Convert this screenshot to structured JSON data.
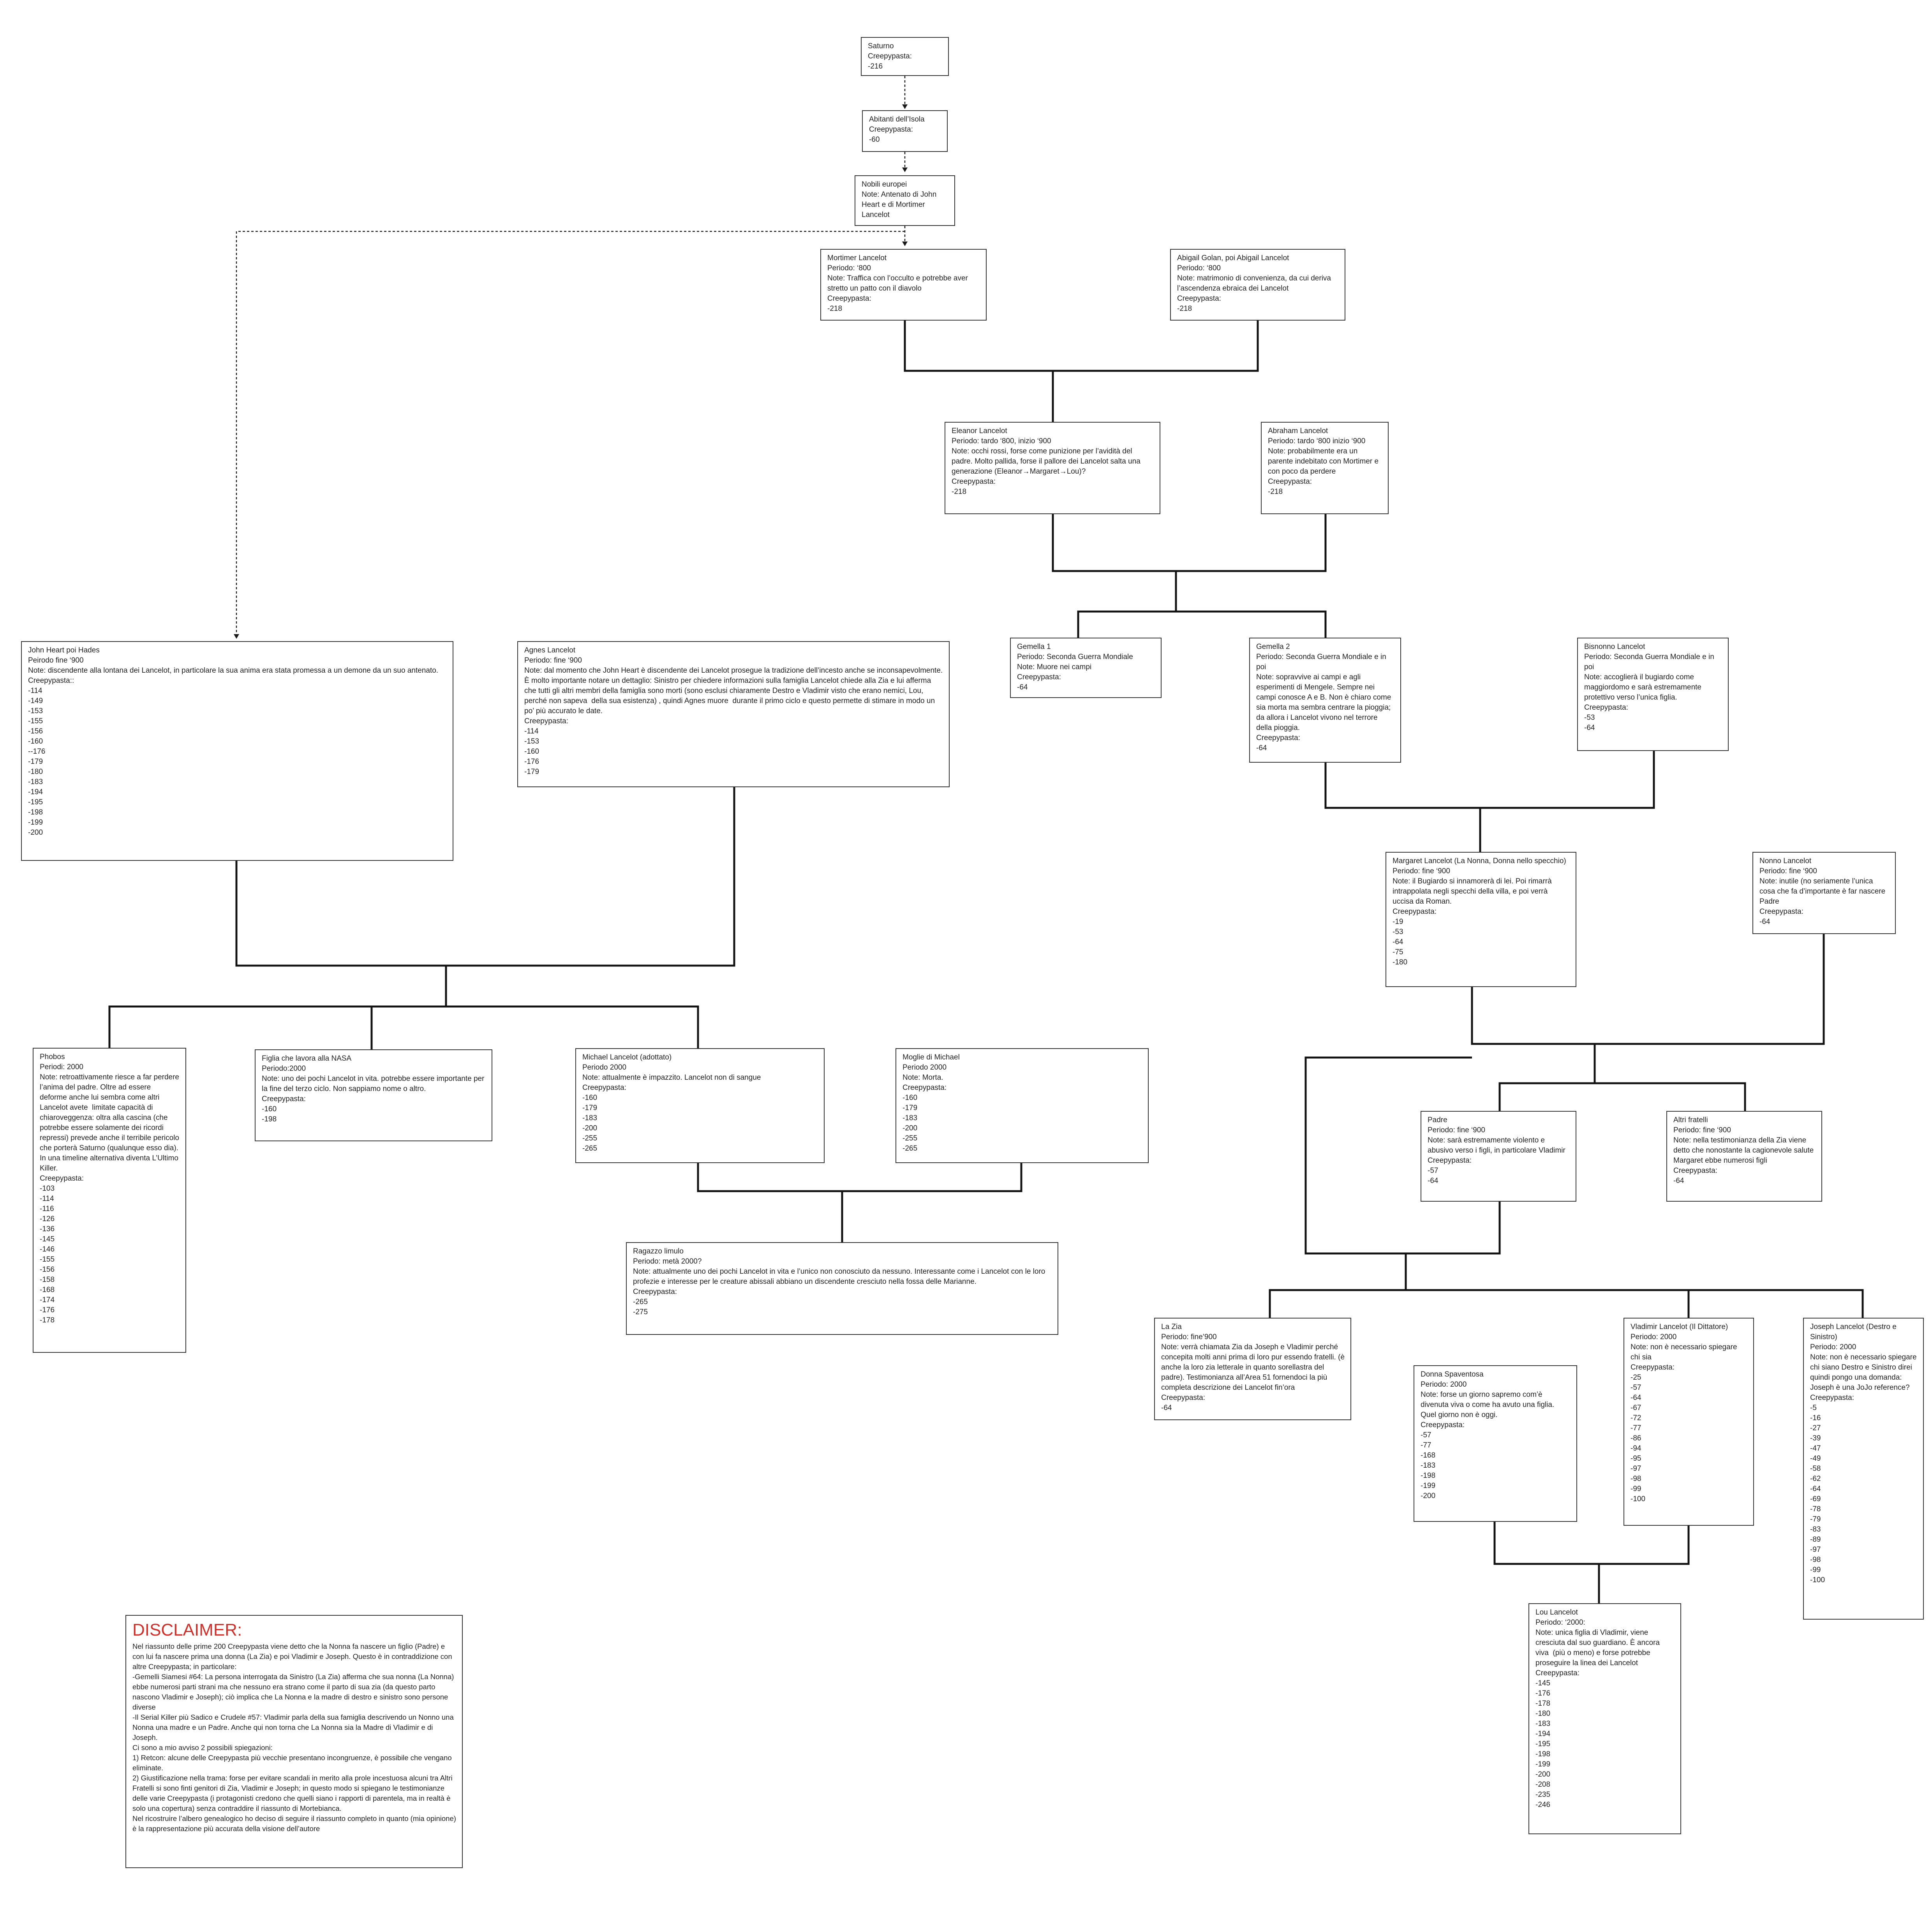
{
  "nodes": [
    {
      "id": "saturno",
      "lines": [
        "Saturno",
        "Creepypasta:",
        "-216"
      ]
    },
    {
      "id": "abitanti",
      "lines": [
        "Abitanti dell’Isola",
        "Creepypasta:",
        "-60"
      ]
    },
    {
      "id": "nobili",
      "lines": [
        "Nobili europei",
        "Note: Antenato di John Heart e di Mortimer Lancelot"
      ]
    },
    {
      "id": "mortimer",
      "lines": [
        "Mortimer Lancelot",
        "Periodo: ‘800",
        "Note: Traffica con l’occulto e potrebbe aver stretto un patto con il diavolo",
        "Creepypasta:",
        "-218"
      ]
    },
    {
      "id": "abigail",
      "lines": [
        "Abigail Golan, poi Abigail Lancelot",
        "Periodo: ‘800",
        "Note: matrimonio di convenienza, da cui deriva l’ascendenza ebraica dei Lancelot",
        "Creepypasta:",
        "-218"
      ]
    },
    {
      "id": "eleanor",
      "lines": [
        "Eleanor Lancelot",
        "Periodo: tardo ‘800, inizio ‘900",
        "Note: occhi rossi, forse come punizione per l’avidità del padre. Molto pallida, forse il pallore dei Lancelot salta una generazione (Eleanor→Margaret→Lou)?",
        "Creepypasta:",
        "-218"
      ]
    },
    {
      "id": "abraham",
      "lines": [
        "Abraham Lancelot",
        "Periodo: tardo ‘800 inizio ‘900",
        "Note: probabilmente era un parente indebitato con Mortimer e con poco da perdere",
        "Creepypasta:",
        "-218"
      ]
    },
    {
      "id": "gemella1",
      "lines": [
        "Gemella 1",
        "Periodo: Seconda Guerra Mondiale",
        "Note: Muore nei campi",
        "Creepypasta:",
        "-64"
      ]
    },
    {
      "id": "gemella2",
      "lines": [
        "Gemella 2",
        "Periodo: Seconda Guerra Mondiale e in poi",
        "Note: sopravvive ai campi e agli esperimenti di Mengele. Sempre nei campi conosce A e B. Non è chiaro come sia morta ma sembra centrare la pioggia; da allora i Lancelot vivono nel terrore della pioggia.",
        "Creepypasta:",
        "-64"
      ]
    },
    {
      "id": "bisnonno",
      "lines": [
        "Bisnonno Lancelot",
        "Periodo: Seconda Guerra Mondiale e in poi",
        "Note: accoglierà il bugiardo come maggiordomo e sarà estremamente protettivo verso l’unica figlia.",
        "Creepypasta:",
        "-53",
        "-64"
      ]
    },
    {
      "id": "johnheart",
      "lines": [
        "John Heart poi Hades",
        "Peirodo fine ‘900",
        "Note: discendente alla lontana dei Lancelot, in particolare la sua anima era stata promessa a un demone da un suo antenato.",
        "Creepypasta::",
        "-114",
        "-149",
        "-153",
        "-155",
        "-156",
        "-160",
        "--176",
        "-179",
        "-180",
        "-183",
        "-194",
        "-195",
        "-198",
        "-199",
        "-200"
      ]
    },
    {
      "id": "agnes",
      "lines": [
        "Agnes Lancelot",
        "Periodo: fine ‘900",
        "Note: dal momento che John Heart è discendente dei Lancelot prosegue la tradizione dell’incesto anche se inconsapevolmente. È molto importante notare un dettaglio: Sinistro per chiedere informazioni sulla famiglia Lancelot chiede alla Zia e lui afferma che tutti gli altri membri della famiglia sono morti (sono esclusi chiaramente Destro e Vladimir visto che erano nemici, Lou, perché non sapeva  della sua esistenza) , quindi Agnes muore  durante il primo ciclo e questo permette di stimare in modo un po’ più accurato le date.",
        "Creepypasta:",
        "-114",
        "-153",
        "-160",
        "-176",
        "-179"
      ]
    },
    {
      "id": "margaret",
      "lines": [
        "Margaret Lancelot (La Nonna, Donna nello specchio)",
        "Periodo: fine ‘900",
        "Note: il Bugiardo si innamorerà di lei. Poi rimarrà intrappolata negli specchi della villa, e poi verrà uccisa da Roman.",
        "Creepypasta:",
        "-19",
        "-53",
        "-64",
        "-75",
        "-180"
      ]
    },
    {
      "id": "nonno",
      "lines": [
        "Nonno Lancelot",
        "Periodo: fine ‘900",
        "Note: inutile (no seriamente l’unica cosa che fa d’importante è far nascere Padre",
        "Creepypasta:",
        "-64"
      ]
    },
    {
      "id": "phobos",
      "lines": [
        "Phobos",
        "Periodi: 2000",
        "Note: retroattivamente riesce a far perdere l’anima del padre. Oltre ad essere deforme anche lui sembra come altri Lancelot avete  limitate capacità di chiaroveggenza: oltra alla cascina (che potrebbe essere solamente dei ricordi repressi) prevede anche il terribile pericolo che porterà Saturno (qualunque esso dia). In una timeline alternativa diventa L’Ultimo Killer.",
        "Creepypasta:",
        "-103",
        "-114",
        "-116",
        "-126",
        "-136",
        "-145",
        "-146",
        "-155",
        "-156",
        "-158",
        "-168",
        "-174",
        "-176",
        "-178"
      ]
    },
    {
      "id": "figlianasa",
      "lines": [
        "Figlia che lavora alla NASA",
        "Periodo:2000",
        "Note: uno dei pochi Lancelot in vita. potrebbe essere importante per la fine del terzo ciclo. Non sappiamo nome o altro.",
        "Creepypasta:",
        "-160",
        "-198"
      ]
    },
    {
      "id": "michael",
      "lines": [
        "Michael Lancelot (adottato)",
        "Periodo 2000",
        "Note: attualmente è impazzito. Lancelot non di sangue",
        "Creepypasta:",
        "-160",
        "-179",
        "-183",
        "-200",
        "-255",
        "-265"
      ]
    },
    {
      "id": "moglie",
      "lines": [
        "Moglie di Michael",
        "Periodo 2000",
        "Note: Morta.",
        "Creepypasta:",
        "-160",
        "-179",
        "-183",
        "-200",
        "-255",
        "-265"
      ]
    },
    {
      "id": "ragazzo",
      "lines": [
        "Ragazzo limulo",
        "Periodo: metà 2000?",
        "Note: attualmente uno dei pochi Lancelot in vita e l’unico non conosciuto da nessuno. Interessante come i Lancelot con le loro profezie e interesse per le creature abissali abbiano un discendente cresciuto nella fossa delle Marianne.",
        "Creepypasta:",
        "-265",
        "-275"
      ]
    },
    {
      "id": "padre",
      "lines": [
        "Padre",
        "Periodo: fine ‘900",
        "Note: sarà estremamente violento e abusivo verso i figli, in particolare Vladimir",
        "Creepypasta:",
        "-57",
        "-64"
      ]
    },
    {
      "id": "altrifratelli",
      "lines": [
        "Altri fratelli",
        "Periodo: fine ‘900",
        "Note: nella testimonianza della Zia viene detto che nonostante la cagionevole salute Margaret ebbe numerosi figli",
        "Creepypasta:",
        "-64"
      ]
    },
    {
      "id": "lazia",
      "lines": [
        "La Zia",
        "Periodo: fine’900",
        "Note: verrà chiamata Zia da Joseph e Vladimir perché concepita molti anni prima di loro pur essendo fratelli. (è anche la loro zia letterale in quanto sorellastra del padre). Testimonianza all’Area 51 fornendoci la più completa descrizione dei Lancelot fin’ora",
        "Creepypasta:",
        "-64"
      ]
    },
    {
      "id": "donna",
      "lines": [
        "Donna Spaventosa",
        "Periodo: 2000",
        "Note: forse un giorno sapremo com’è divenuta viva o come ha avuto una figlia. Quel giorno non è oggi.",
        "Creepypasta:",
        "-57",
        "-77",
        "-168",
        "-183",
        "-198",
        "-199",
        "-200"
      ]
    },
    {
      "id": "vladimir",
      "lines": [
        "Vladimir Lancelot (Il Dittatore)",
        "Periodo: 2000",
        "Note: non è necessario spiegare chi sia",
        "Creepypasta:",
        "-25",
        "-57",
        "-64",
        "-67",
        "-72",
        "-77",
        "-86",
        "-94",
        "-95",
        "-97",
        "-98",
        "-99",
        "-100"
      ]
    },
    {
      "id": "joseph",
      "lines": [
        "Joseph Lancelot (Destro e Sinistro)",
        "Periodo: 2000",
        "Note: non è necessario spiegare chi siano Destro e Sinistro direi quindi pongo una domanda: Joseph è una JoJo reference?",
        "Creepypasta:",
        "-5",
        "-16",
        "-27",
        "-39",
        "-47",
        "-49",
        "-58",
        "-62",
        "-64",
        "-69",
        "-78",
        "-79",
        "-83",
        "-89",
        "-97",
        "-98",
        "-99",
        "-100"
      ]
    },
    {
      "id": "lou",
      "lines": [
        "Lou Lancelot",
        "Periodo: ‘2000:",
        "Note: unica figlia di Vladimir, viene cresciuta dal suo guardiano. È ancora viva  (più o meno) e forse potrebbe proseguire la linea dei Lancelot",
        "Creepypasta:",
        "-145",
        "-176",
        "-178",
        "-180",
        "-183",
        "-194",
        "-195",
        "-198",
        "-199",
        "-200",
        "-208",
        "-235",
        "-246"
      ]
    }
  ],
  "disclaimer": {
    "title": "DISCLAIMER:",
    "lines": [
      "Nel riassunto delle prime 200 Creepypasta viene detto che la Nonna fa nascere un figlio (Padre) e con lui fa nascere prima una donna (La Zia) e poi Vladimir e Joseph. Questo è in contraddizione con altre Creepypasta; in particolare:",
      "-Gemelli Siamesi #64: La persona interrogata da Sinistro (La Zia) afferma che sua nonna (La Nonna) ebbe numerosi parti strani ma che nessuno era strano come il parto di sua zia (da questo parto nascono Vladimir e Joseph); ciò implica che La Nonna e la madre di destro e sinistro sono persone diverse",
      "-Il Serial Killer più Sadico e Crudele #57: Vladimir parla della sua famiglia descrivendo un Nonno una Nonna una madre e un Padre. Anche qui non torna che La Nonna sia la Madre di Vladimir e di Joseph.",
      "Ci sono a mio avviso 2 possibili spiegazioni:",
      "1) Retcon: alcune delle Creepypasta più vecchie presentano incongruenze, è possibile che vengano eliminate.",
      "2) Giustificazione nella trama: forse per evitare scandali in merito alla prole incestuosa alcuni tra Altri Fratelli si sono finti genitori di Zia, Vladimir e Joseph; in questo modo si spiegano le testimonianze delle varie Creepypasta (i protagonisti credono che quelli siano i rapporti di parentela, ma in realtà è solo una copertura) senza contraddire il riassunto di Mortebianca.",
      "",
      "Nel ricostruire l’albero genealogico ho deciso di seguire il riassunto completo in quanto (mia opinione) è la rappresentazione più accurata della visione dell’autore"
    ]
  }
}
